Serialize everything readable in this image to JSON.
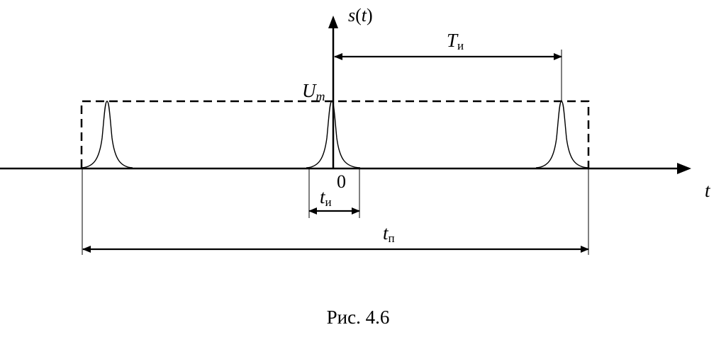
{
  "labels": {
    "y_axis_func": "s",
    "y_axis_paren_open": "(",
    "y_axis_var": "t",
    "y_axis_paren_close": ")",
    "x_axis": "t",
    "origin": "0",
    "amplitude_main": "U",
    "amplitude_sub": "m",
    "period_main": "T",
    "period_sub": "и",
    "pulse_width_main": "t",
    "pulse_width_sub": "и",
    "packet_width_main": "t",
    "packet_width_sub": "п",
    "caption": "Рис. 4.6"
  },
  "colors": {
    "stroke": "#000000",
    "background": "#ffffff"
  }
}
